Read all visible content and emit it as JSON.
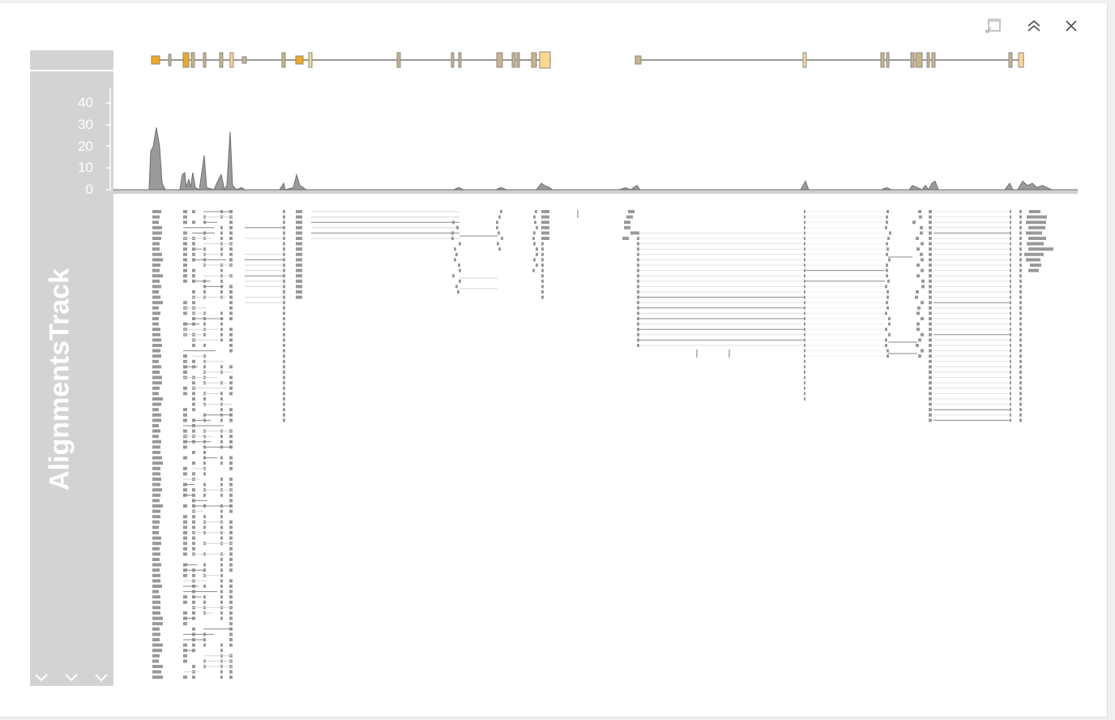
{
  "window": {
    "toolbar": {
      "popout_icon": "popout-window-icon",
      "collapse_icon": "double-chevron-up-icon",
      "close_icon": "close-icon"
    }
  },
  "track": {
    "title": "AlignmentsTrack",
    "coverage_axis": {
      "ticks": [
        "40",
        "30",
        "20",
        "10",
        "0"
      ]
    },
    "expand_icons": [
      "chevron-down-icon",
      "chevron-down-icon",
      "chevron-down-icon"
    ]
  },
  "colors": {
    "panel": "#d3d3d3",
    "coverage_fill": "#9a9a9a",
    "read": "#999999",
    "gene_model_exon": "#c8b48a",
    "gene_model_cds": "#f0a91c",
    "gene_model_utr": "#fbd88f"
  }
}
